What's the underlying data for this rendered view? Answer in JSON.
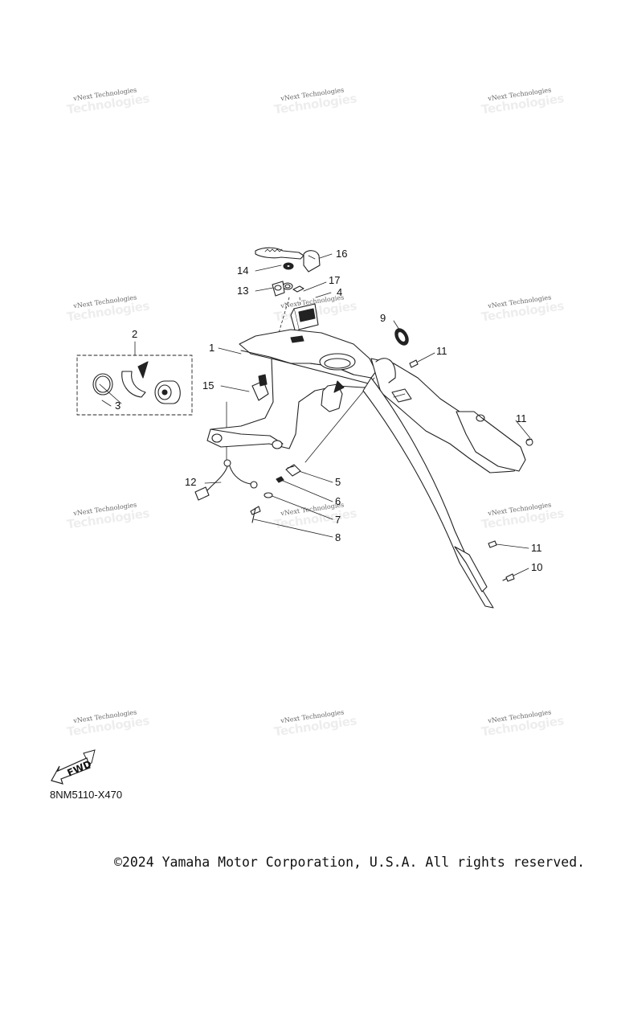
{
  "watermark": {
    "text": "vNext Technologies",
    "ghost_text": "Technologies"
  },
  "callouts": {
    "c1": "1",
    "c2": "2",
    "c3": "3",
    "c4": "4",
    "c5": "5",
    "c6": "6",
    "c7": "7",
    "c8": "8",
    "c9": "9",
    "c10": "10",
    "c11a": "11",
    "c11b": "11",
    "c11c": "11",
    "c12": "12",
    "c13": "13",
    "c14": "14",
    "c15": "15",
    "c16": "16",
    "c17": "17"
  },
  "fwd_label": "FWD",
  "part_code": "8NM5110-X470",
  "copyright": "©2024 Yamaha Motor Corporation, U.S.A. All rights reserved.",
  "colors": {
    "line": "#222222",
    "fill": "#ffffff",
    "shade": "#222222"
  }
}
